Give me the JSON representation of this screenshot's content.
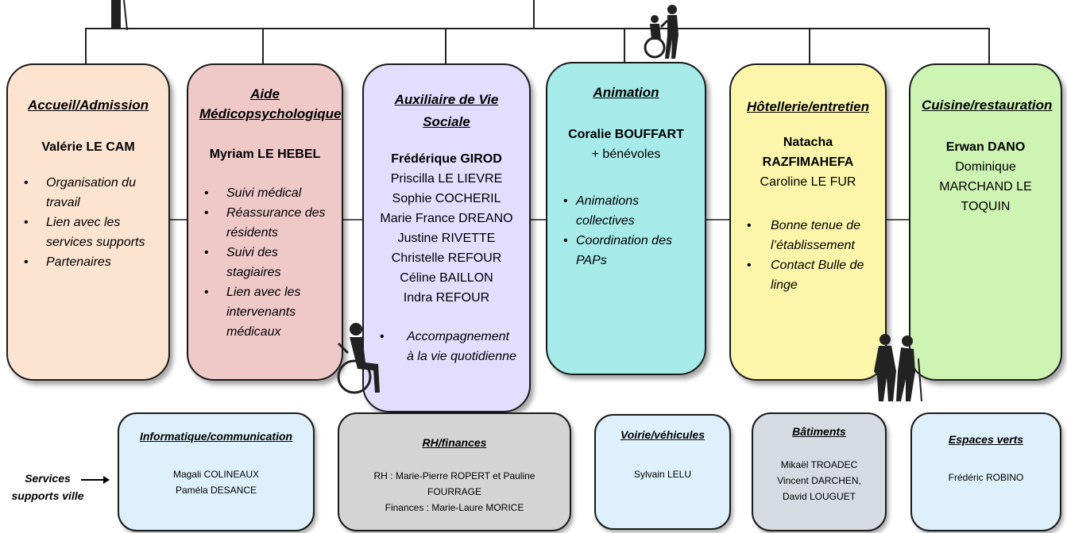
{
  "colors": {
    "accueil": "#fce4d1",
    "aide": "#efc8c8",
    "auxiliaire": "#e3deff",
    "animation": "#a6eaea",
    "hotellerie": "#fdf6aa",
    "cuisine": "#cdf4b3",
    "informatique": "#def0fb",
    "rh": "#d4d4d4",
    "voirie": "#def0fb",
    "batiments": "#d5dae3",
    "espaces": "#def0fb"
  },
  "departments": {
    "accueil": {
      "title": "Accueil/Admission",
      "lead": "Valérie LE CAM",
      "tasks": [
        "Organisation du travail",
        "Lien avec les services supports",
        "Partenaires"
      ]
    },
    "aide": {
      "title_line1": "Aide",
      "title_line2": "Médicopsychologique",
      "lead": "Myriam LE HEBEL",
      "tasks": [
        "Suivi médical",
        "Réassurance des résidents",
        "Suivi des stagiaires",
        "Lien avec les intervenants médicaux"
      ]
    },
    "auxiliaire": {
      "title_line1": "Auxiliaire  de Vie",
      "title_line2": "Sociale",
      "lead": "Frédérique GIROD",
      "members": [
        "Priscilla LE LIEVRE",
        "Sophie COCHERIL",
        "Marie France DREANO",
        "Justine RIVETTE",
        "Christelle REFOUR",
        "Céline BAILLON",
        "Indra REFOUR"
      ],
      "tasks": [
        "Accompagnement à la vie quotidienne"
      ]
    },
    "animation": {
      "title": "Animation",
      "lead": "Coralie BOUFFART",
      "extra": "+ bénévoles",
      "tasks": [
        "Animations collectives",
        "Coordination des PAPs"
      ]
    },
    "hotellerie": {
      "title": "Hôtellerie/entretien",
      "lead_line1": "Natacha",
      "lead_line2": "RAZFIMAHEFA",
      "member": "Caroline LE FUR",
      "tasks": [
        "Bonne tenue de l’établissement",
        "Contact Bulle de linge"
      ]
    },
    "cuisine": {
      "title": "Cuisine/restauration",
      "lead": "Erwan DANO",
      "member_line1": "Dominique",
      "member_line2": "MARCHAND LE",
      "member_line3": "TOQUIN"
    }
  },
  "support": {
    "label_line1": "Services",
    "label_line2": "supports ville",
    "informatique": {
      "title": "Informatique/communication",
      "line1": "Magali COLINEAUX",
      "line2": "Paméla DESANCE"
    },
    "rh": {
      "title": "RH/finances",
      "line1": "RH : Marie-Pierre ROPERT et   Pauline",
      "line2": "FOURRAGE",
      "line3": "Finances : Marie-Laure MORICE"
    },
    "voirie": {
      "title": "Voirie/véhicules",
      "line1": "Sylvain LELU"
    },
    "batiments": {
      "title": "Bâtiments",
      "line1": "Mikaël TROADEC",
      "line2": "Vincent DARCHEN,",
      "line3": "David LOUGUET"
    },
    "espaces": {
      "title": "Espaces verts",
      "line1": "Frédéric ROBINO"
    }
  },
  "icons": [
    "person-walking-icon",
    "caregiver-wheelchair-icon",
    "wheelchair-user-icon",
    "elderly-couple-icon"
  ]
}
